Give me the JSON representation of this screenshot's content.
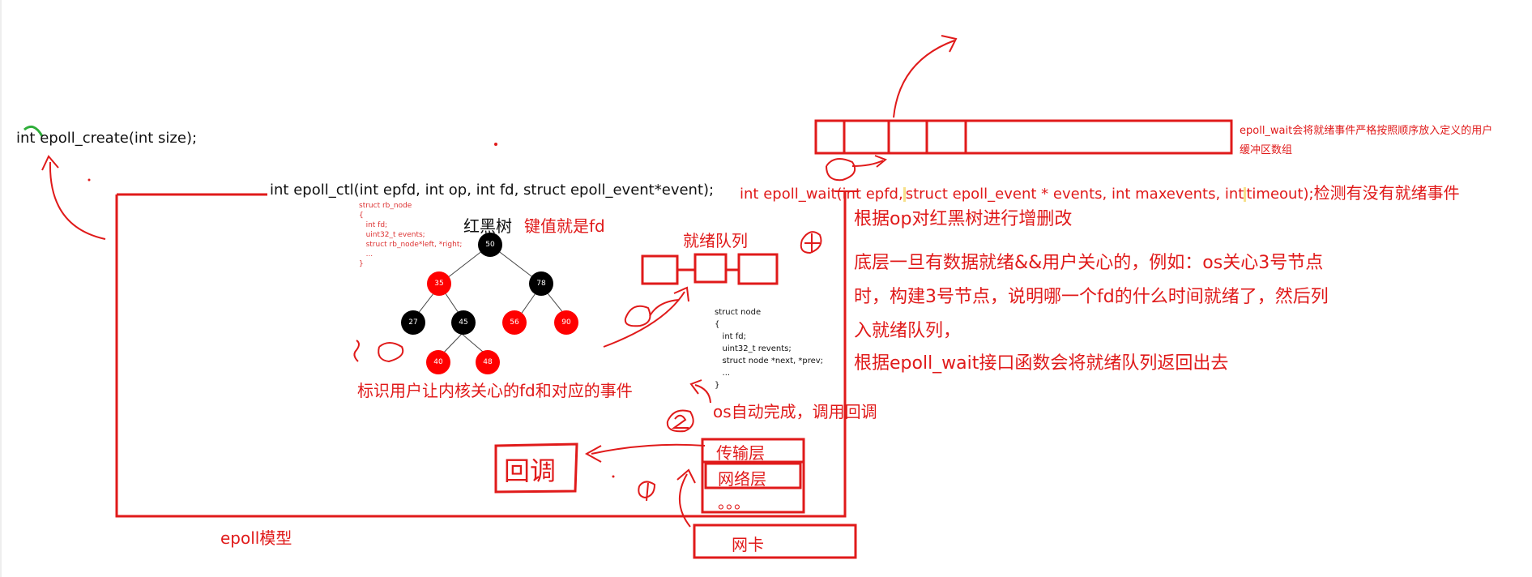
{
  "left_code": {
    "epoll_create": "int epoll_create(int size);",
    "epoll_ctl": "int epoll_ctl(int epfd, int op, int fd, struct epoll_event*event);"
  },
  "right_code": {
    "epoll_wait": "int epoll_wait(int epfd, struct epoll_event * events, int maxevents, int timeout);",
    "epoll_wait_part1": "int epoll_wait(int epfd,",
    "epoll_wait_part2": "struct epoll_event * events, int maxevents, int",
    "epoll_wait_part3": "timeout);",
    "epoll_wait_note": "检测有没有就绪事件",
    "user_buffer_note_line1": "epoll_wait会将就绪事件严格按照顺序放入定义的用户",
    "user_buffer_note_line2": "缓冲区数组"
  },
  "notes": {
    "op_rbtree": "根据op对红黑树进行增删改",
    "ready_line1": "底层一旦有数据就绪&&用户关心的，例如：os关心3号节点",
    "ready_line2": "时，构建3号节点，说明哪一个fd的什么时间就绪了，然后列",
    "ready_line3": "入就绪队列，",
    "return_queue": "根据epoll_wait接口函数会将就绪队列返回出去"
  },
  "rbtree": {
    "title": "红黑树",
    "key_note": "键值就是fd",
    "struct_lines": [
      "struct rb_node",
      "{",
      "   int fd;",
      "   uint32_t events;",
      "   struct rb_node*left, *right;",
      "   ...",
      "}"
    ],
    "nodes": [
      "50",
      "35",
      "78",
      "27",
      "45",
      "56",
      "90",
      "40",
      "48"
    ],
    "caption": "标识用户让内核关心的fd和对应的事件"
  },
  "ready_queue": {
    "label": "就绪队列",
    "struct_lines": [
      "struct node",
      "{",
      "   int fd;",
      "   uint32_t revents;",
      "   struct node *next, *prev;",
      "   ...",
      "}"
    ]
  },
  "callback": {
    "label": "回调",
    "os_note": "os自动完成，调用回调"
  },
  "stack": {
    "transport": "传输层",
    "network": "网络层",
    "dots": "。。。",
    "nic": "网卡"
  },
  "model_label": "epoll模型",
  "colors": {
    "ink": "#e01a1a",
    "text": "#111111",
    "rb_black": "#000000",
    "rb_red": "#ff0000",
    "highlight": "#f7e08a",
    "green_mark": "#2fae3a"
  }
}
